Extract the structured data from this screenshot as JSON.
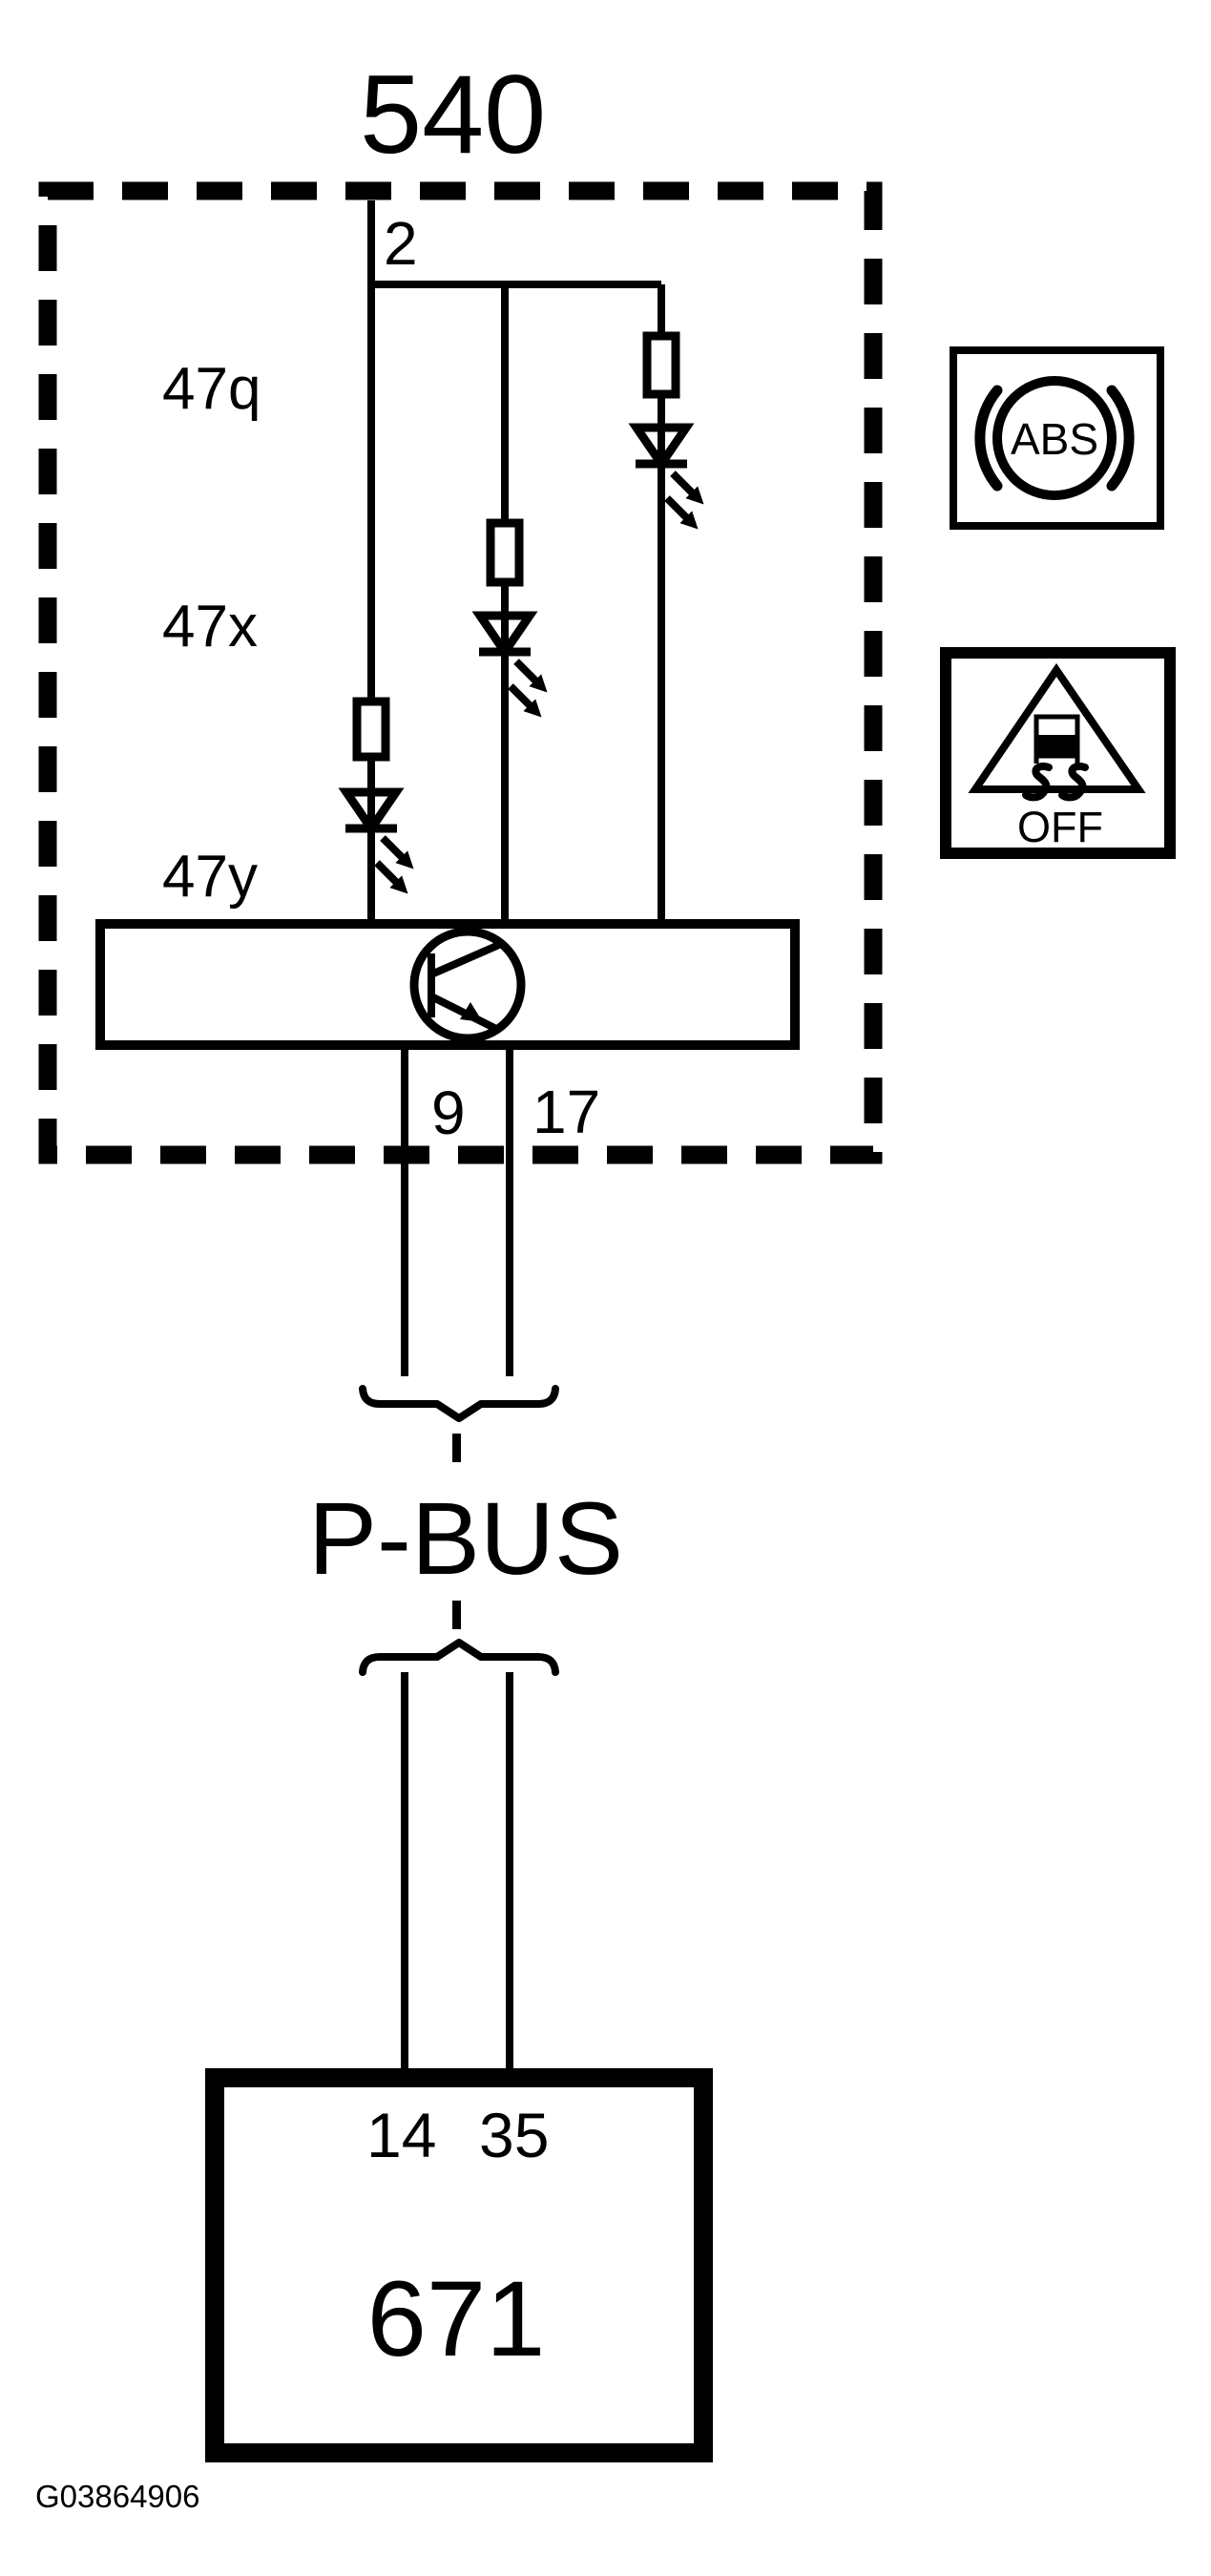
{
  "colors": {
    "ink": "#000000",
    "background": "#ffffff"
  },
  "diagram": {
    "component_540": {
      "id": "540",
      "pin_top": "2",
      "branch_labels": [
        "47q",
        "47x",
        "47y"
      ],
      "pins_bottom": [
        "9",
        "17"
      ]
    },
    "bus": {
      "label": "P-BUS"
    },
    "component_671": {
      "id": "671",
      "pins_top": [
        "14",
        "35"
      ]
    },
    "indicator_icons": {
      "abs": {
        "label": "ABS"
      },
      "traction_off": {
        "label": "OFF"
      }
    },
    "figure_id": "G03864906"
  }
}
